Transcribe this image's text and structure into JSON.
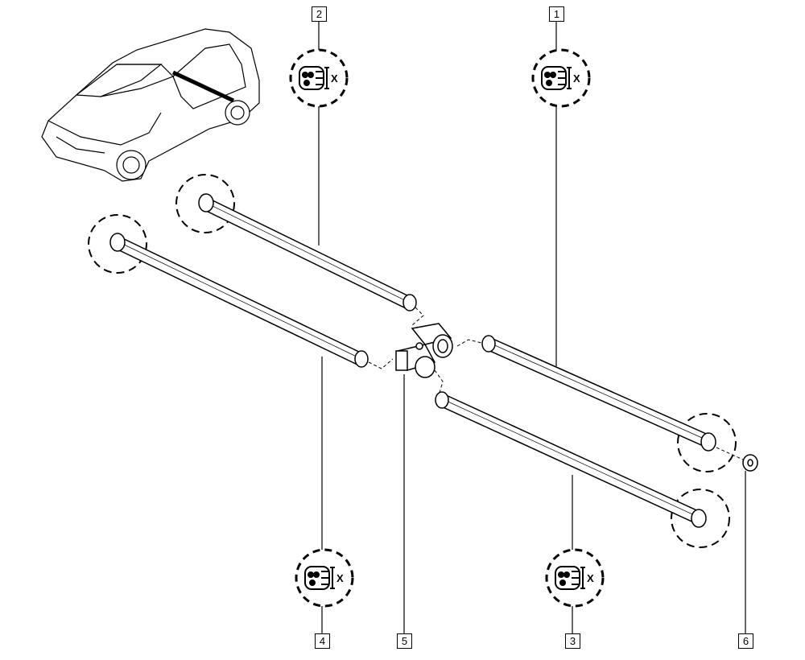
{
  "diagram": {
    "callouts": [
      {
        "id": "1",
        "label": "1"
      },
      {
        "id": "2",
        "label": "2"
      },
      {
        "id": "3",
        "label": "3"
      },
      {
        "id": "4",
        "label": "4"
      },
      {
        "id": "5",
        "label": "5"
      },
      {
        "id": "6",
        "label": "6"
      }
    ],
    "detail_mark": "X",
    "colors": {
      "line": "#000000",
      "background": "#ffffff"
    }
  }
}
